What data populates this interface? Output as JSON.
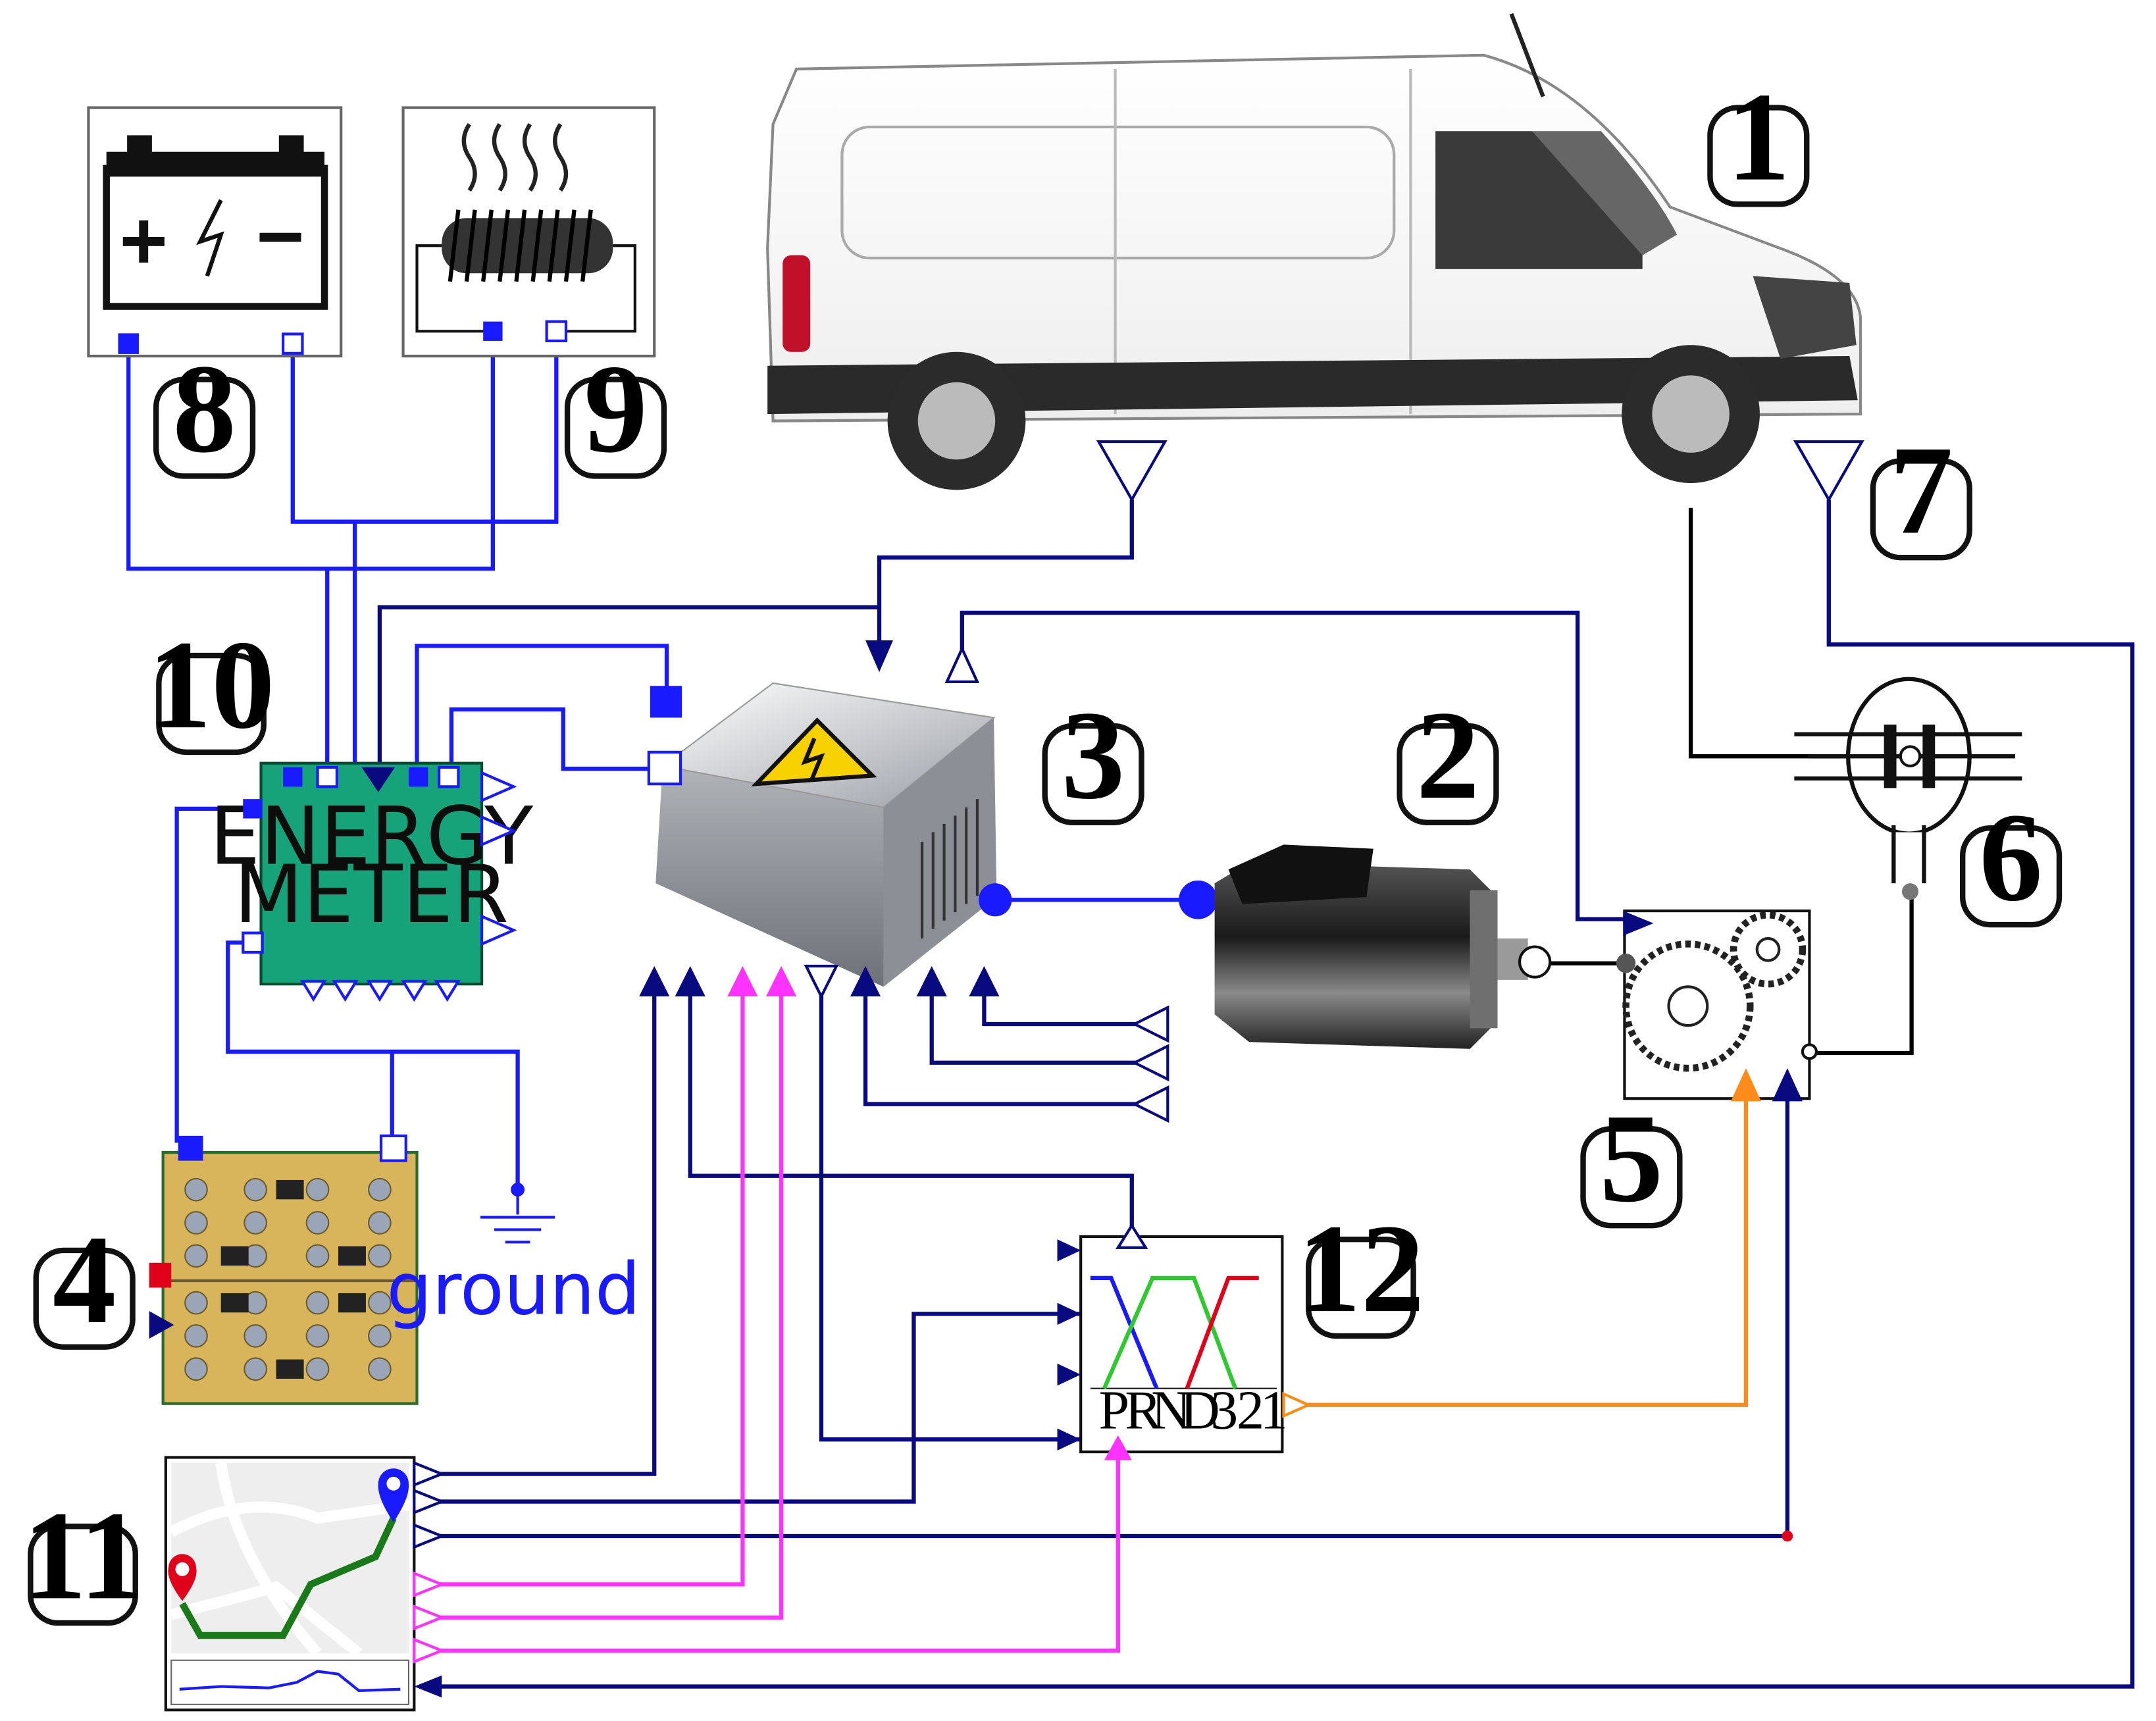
{
  "diagram": {
    "callouts": [
      "1",
      "2",
      "3",
      "4",
      "5",
      "6",
      "7",
      "8",
      "9",
      "10",
      "11",
      "12"
    ],
    "energy_meter_label_line1": "ENERGY",
    "energy_meter_label_line2": "METER",
    "ground_label": "ground",
    "battery_plus": "+",
    "battery_minus": "−",
    "gear_selector_labels": [
      "P",
      "R",
      "N",
      "D",
      "3",
      "2",
      "1"
    ],
    "colors": {
      "power_wire": "#1a1aff",
      "signal_wire": "#0a0a80",
      "gps_signal_wire": "#ff33ff",
      "gear_signal_wire": "#ff8c1a",
      "mechanical_shaft": "#000000",
      "energy_meter_fill": "#17a37a",
      "battery_pack_fill": "#d8b45a",
      "red_connector": "#e0001a",
      "route_line": "#1a7a1a"
    },
    "icons": [
      "van-icon",
      "electric-motor-icon",
      "inverter-icon",
      "gearbox-icon",
      "brake-icon",
      "battery-icon",
      "heater-icon",
      "battery-pack-icon",
      "map-icon",
      "gear-shift-logic-icon",
      "ground-icon"
    ]
  }
}
